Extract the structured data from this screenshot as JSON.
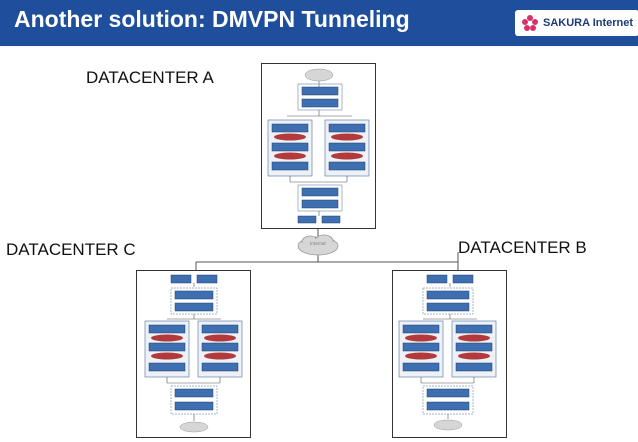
{
  "header": {
    "title": "Another solution: DMVPN Tunneling",
    "logo_text": "SAKURA Internet",
    "background_color": "#1f4e9c",
    "logo_icon": "sakura-flower-icon"
  },
  "datacenters": {
    "a": {
      "label": "DATACENTER A"
    },
    "b": {
      "label": "DATACENTER B"
    },
    "c": {
      "label": "DATACENTER C"
    }
  },
  "network": {
    "cloud_label": "Internet"
  },
  "colors": {
    "router_box": "#3e6fb0",
    "router_box_border": "#233f6e",
    "ellipse": "#b33a3a",
    "cloud": "#d6d6d6",
    "group_border": "#4a6fa5"
  }
}
